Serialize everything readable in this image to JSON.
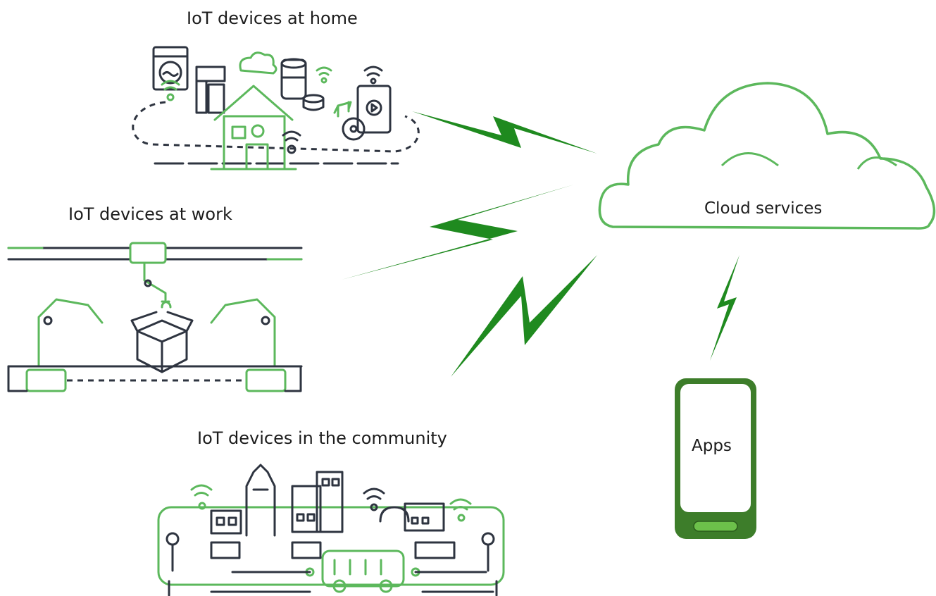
{
  "labels": {
    "home": "IoT devices at home",
    "work": "IoT devices at work",
    "community": "IoT devices in the community",
    "cloud": "Cloud services",
    "apps": "Apps"
  },
  "colors": {
    "accent_green": "#5cb85c",
    "dark_line": "#2e3440",
    "bolt_green": "#1f8a1f",
    "phone_green": "#3d7d2a"
  },
  "icons": {
    "home": "smart-home-devices-icon",
    "work": "factory-robot-arms-icon",
    "community": "smart-city-icon",
    "cloud": "cloud-icon",
    "apps": "smartphone-icon",
    "links": "lightning-bolt-icon"
  }
}
